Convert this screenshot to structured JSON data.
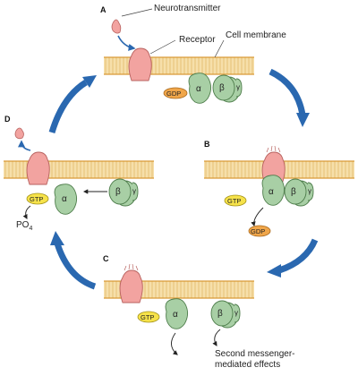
{
  "panels": {
    "a": "A",
    "b": "B",
    "c": "C",
    "d": "D"
  },
  "labels": {
    "neurotransmitter": "Neurotransmitter",
    "receptor": "Receptor",
    "cell_membrane": "Cell membrane",
    "second_messenger_line1": "Second messenger-",
    "second_messenger_line2": "mediated effects",
    "po4_base": "PO",
    "po4_sub": "4"
  },
  "molecules": {
    "gdp": "GDP",
    "gtp": "GTP",
    "alpha": "α",
    "beta": "β",
    "gamma": "γ"
  },
  "colors": {
    "membrane_fill": "#f6dfaa",
    "membrane_line": "#d99a38",
    "receptor": "#f2a3a0",
    "g_protein": "#a8cfa5",
    "gdp_chip": "#f0a64a",
    "gtp_chip": "#f6e24a",
    "cycle_arrow": "#2a68b0"
  }
}
